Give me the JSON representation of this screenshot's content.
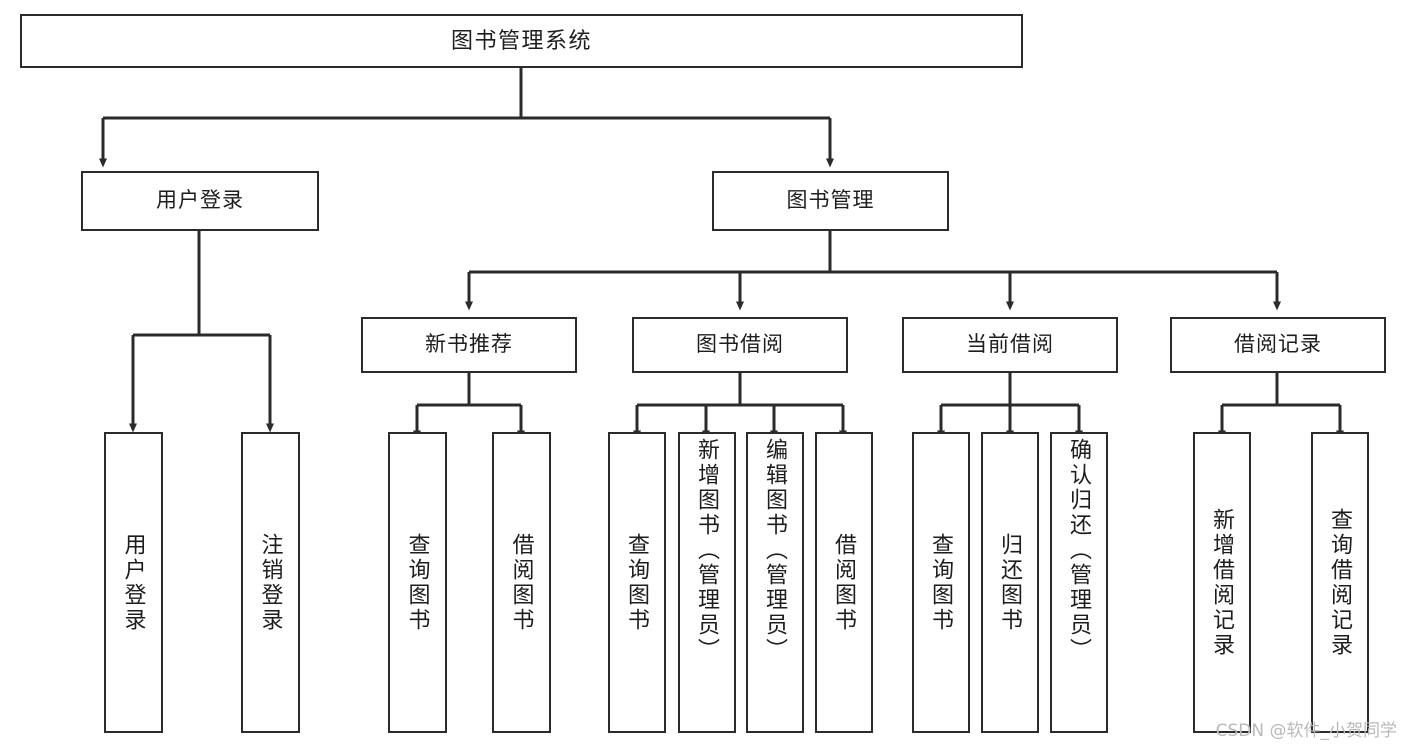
{
  "diagram": {
    "title": "图书管理系统",
    "type": "tree",
    "watermark": "CSDN @软件_小贺同学",
    "line_color": "#2b2b2b",
    "box_fill": "#ffffff",
    "text_color": "#1d1d1d",
    "watermark_color": "#b9b9b9",
    "root": {
      "label": "图书管理系统"
    },
    "level2": [
      {
        "label": "用户登录"
      },
      {
        "label": "图书管理"
      }
    ],
    "level3": [
      {
        "label": "新书推荐"
      },
      {
        "label": "图书借阅"
      },
      {
        "label": "当前借阅"
      },
      {
        "label": "借阅记录"
      }
    ],
    "leaves": {
      "user_login": [
        {
          "label": "用户登录"
        },
        {
          "label": "注销登录"
        }
      ],
      "new_book": [
        {
          "label": "查询图书"
        },
        {
          "label": "借阅图书"
        }
      ],
      "borrow": [
        {
          "label": "查询图书"
        },
        {
          "label": "新增图书（管理员）"
        },
        {
          "label": "编辑图书（管理员）"
        },
        {
          "label": "借阅图书"
        }
      ],
      "current": [
        {
          "label": "查询图书"
        },
        {
          "label": "归还图书"
        },
        {
          "label": "确认归还（管理员）"
        }
      ],
      "records": [
        {
          "label": "新增借阅记录"
        },
        {
          "label": "查询借阅记录"
        }
      ]
    }
  }
}
